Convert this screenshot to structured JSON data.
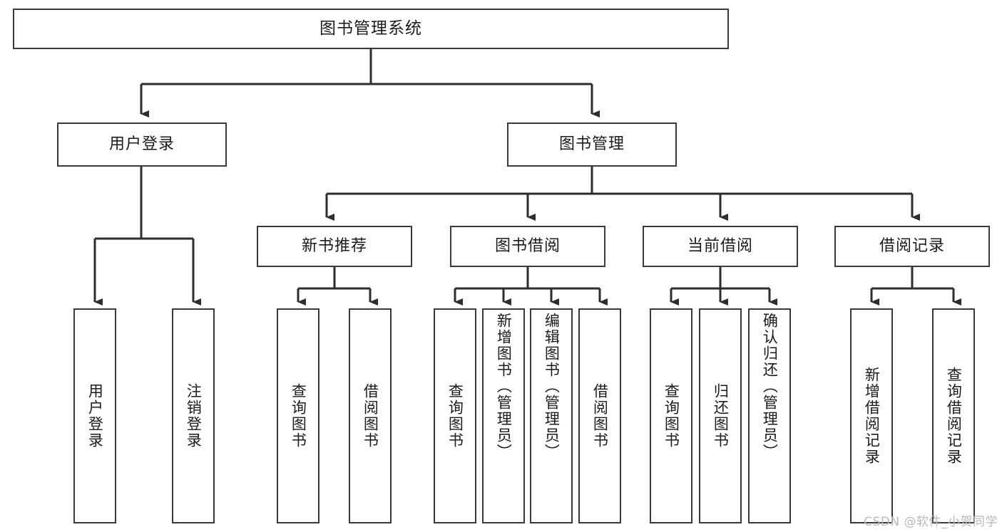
{
  "diagram": {
    "title": "图书管理系统",
    "type": "tree-hierarchy-diagram",
    "colors": {
      "box_border": "#3a3a3a",
      "box_fill": "#ffffff",
      "connector": "#2e2e2e",
      "text": "#1b1b1b",
      "watermark": "#b9b9b9"
    },
    "root": {
      "label": "图书管理系统"
    },
    "level2": [
      {
        "label": "用户登录"
      },
      {
        "label": "图书管理"
      }
    ],
    "level3": [
      {
        "label": "新书推荐"
      },
      {
        "label": "图书借阅"
      },
      {
        "label": "当前借阅"
      },
      {
        "label": "借阅记录"
      }
    ],
    "leaves": {
      "user_login": [
        {
          "label": "用户登录"
        },
        {
          "label": "注销登录"
        }
      ],
      "new_book_recommend": [
        {
          "label": "查询图书"
        },
        {
          "label": "借阅图书"
        }
      ],
      "book_borrow": [
        {
          "label": "查询图书"
        },
        {
          "label": "新增图书（管理员）"
        },
        {
          "label": "编辑图书（管理员）"
        },
        {
          "label": "借阅图书"
        }
      ],
      "current_borrow": [
        {
          "label": "查询图书"
        },
        {
          "label": "归还图书"
        },
        {
          "label": "确认归还（管理员）"
        }
      ],
      "borrow_record": [
        {
          "label": "新增借阅记录"
        },
        {
          "label": "查询借阅记录"
        }
      ]
    }
  },
  "watermark": {
    "text": "CSDN @软件_小贺同学"
  }
}
